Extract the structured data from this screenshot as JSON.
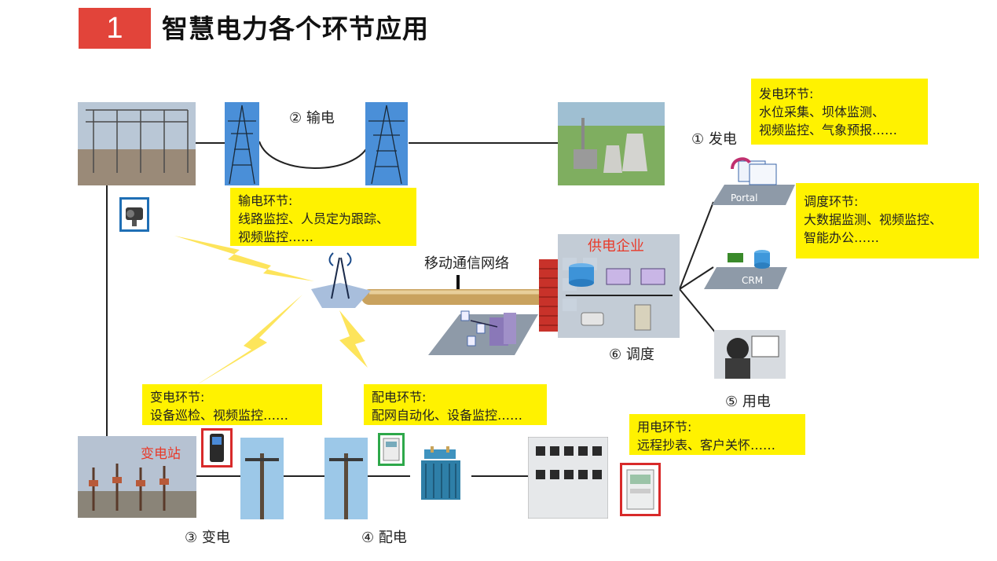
{
  "header": {
    "number": "1",
    "title": "智慧电力各个环节应用"
  },
  "stages": {
    "generation": "① 发电",
    "transmission": "② 输电",
    "substation": "③ 变电",
    "distribution": "④ 配电",
    "consumption": "⑤ 用电",
    "dispatch": "⑥ 调度"
  },
  "notes": {
    "generation": {
      "title": "发电环节:",
      "lines": [
        "水位采集、坝体监测、",
        "视频监控、气象预报……"
      ]
    },
    "transmission": {
      "title": "输电环节:",
      "lines": [
        "线路监控、人员定为跟踪、",
        "视频监控……"
      ]
    },
    "dispatch": {
      "title": "调度环节:",
      "lines": [
        "大数据监测、视频监控、",
        "智能办公……"
      ]
    },
    "substation": {
      "title": "变电环节:",
      "lines": [
        "设备巡检、视频监控……"
      ]
    },
    "distribution": {
      "title": "配电环节:",
      "lines": [
        "配网自动化、设备监控……"
      ]
    },
    "consumption": {
      "title": "用电环节:",
      "lines": [
        "远程抄表、客户关怀……"
      ]
    }
  },
  "network": {
    "mobile": "移动通信网络",
    "enterprise": "供电企业",
    "substation_tag": "变电站"
  },
  "systems": {
    "portal": "Portal",
    "crm": "CRM"
  },
  "colors": {
    "accent": "#e2443a",
    "note_bg": "#fff200",
    "enterprise_text": "#e83a2a"
  }
}
